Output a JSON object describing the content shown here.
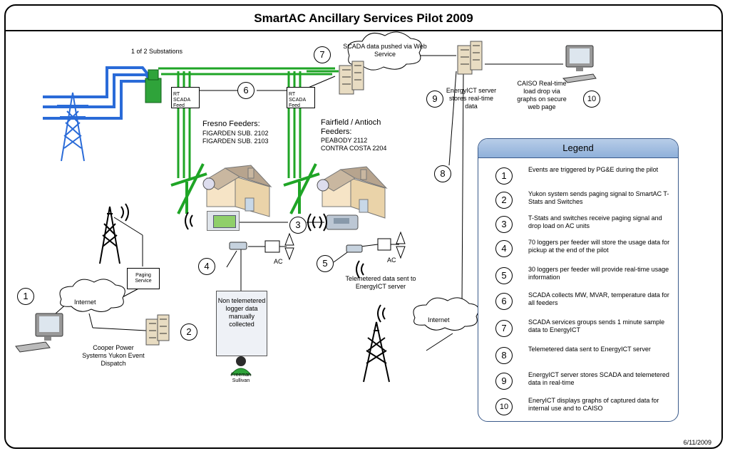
{
  "title": "SmartAC Ancillary Services Pilot 2009",
  "date": "6/11/2009",
  "labels": {
    "substations": "1 of 2 Substations",
    "scada_web": "SCADA data pushed via Web Service",
    "rt_scada_feed_1": "RT SCADA Feed",
    "rt_scada_feed_2": "RT SCADA Feed",
    "fresno_feeders": "Fresno Feeders:",
    "fresno_sub_1": "FIGARDEN SUB. 2102",
    "fresno_sub_2": "FIGARDEN SUB. 2103",
    "fairfield_feeders": "Fairfield / Antioch Feeders:",
    "fairfield_sub_1": "PEABODY 2112",
    "fairfield_sub_2": "CONTRA COSTA 2204",
    "energyict_server": "EnergyICT server stores real-time data",
    "caiso": "CAISO Real-time load drop via graphs on secure web page",
    "paging_service": "Paging Service",
    "internet_1": "Internet",
    "internet_2": "Internet",
    "cooper": "Cooper Power Systems Yukon Event Dispatch",
    "ac_1": "AC",
    "ac_2": "AC",
    "non_telemetered": "Non telemetered logger data manually collected",
    "person": "Freeman Sullivan",
    "telemetered_sent": "Telemetered data sent to EnergyICT server"
  },
  "markers": {
    "n1": "1",
    "n2": "2",
    "n3": "3",
    "n4": "4",
    "n5": "5",
    "n6": "6",
    "n7": "7",
    "n8": "8",
    "n9": "9",
    "n10": "10"
  },
  "legend": {
    "title": "Legend",
    "items": [
      {
        "num": "1",
        "text": "Events are triggered by PG&E during the pilot"
      },
      {
        "num": "2",
        "text": "Yukon system sends paging signal to SmartAC T-Stats and Switches"
      },
      {
        "num": "3",
        "text": "T-Stats and switches receive paging signal and drop load on AC units"
      },
      {
        "num": "4",
        "text": "70 loggers per feeder will store the usage data for pickup at the end of the pilot"
      },
      {
        "num": "5",
        "text": "30 loggers per feeder will provide real-time usage information"
      },
      {
        "num": "6",
        "text": "SCADA collects MW, MVAR, temperature data for all feeders"
      },
      {
        "num": "7",
        "text": "SCADA services groups sends 1 minute sample data to EnergyICT"
      },
      {
        "num": "8",
        "text": "Telemetered data sent to EnergyICT server"
      },
      {
        "num": "9",
        "text": "EnergyICT server stores SCADA and telemetered data in real-time"
      },
      {
        "num": "10",
        "text": "EneryICT displays graphs of captured data for internal use and to CAISO"
      }
    ]
  },
  "colors": {
    "power_line": "#2a6bd8",
    "feeder_line": "#1fa526",
    "legend_border": "#3a5a8a"
  }
}
